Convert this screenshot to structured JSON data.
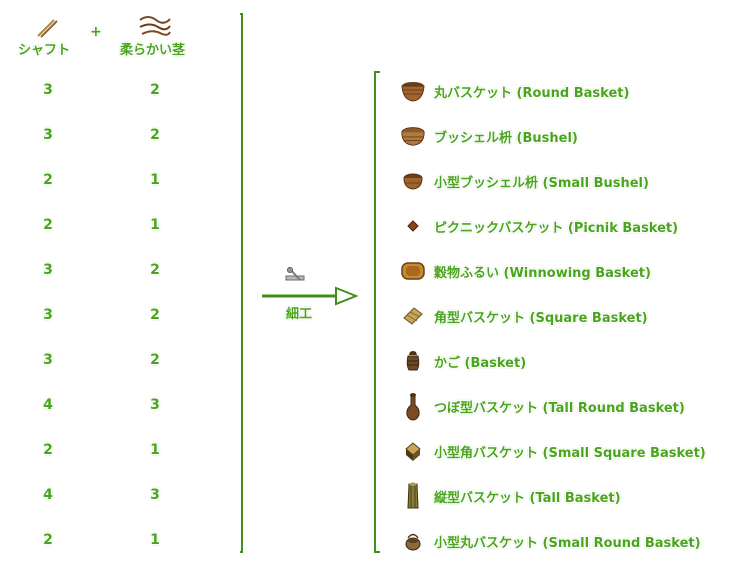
{
  "header": {
    "shaft_label": "シャフト",
    "plus": "+",
    "stem_label": "柔らかい茎"
  },
  "rows": [
    {
      "shaft": "3",
      "stem": "2"
    },
    {
      "shaft": "3",
      "stem": "2"
    },
    {
      "shaft": "2",
      "stem": "1"
    },
    {
      "shaft": "2",
      "stem": "1"
    },
    {
      "shaft": "3",
      "stem": "2"
    },
    {
      "shaft": "3",
      "stem": "2"
    },
    {
      "shaft": "3",
      "stem": "2"
    },
    {
      "shaft": "4",
      "stem": "3"
    },
    {
      "shaft": "2",
      "stem": "1"
    },
    {
      "shaft": "4",
      "stem": "3"
    },
    {
      "shaft": "2",
      "stem": "1"
    }
  ],
  "craft": {
    "label": "細工",
    "icon": "crafting-tool-icon"
  },
  "products": [
    {
      "label": "丸バスケット (Round Basket)",
      "icon": "round-basket-icon"
    },
    {
      "label": "ブッシェル枡 (Bushel)",
      "icon": "bushel-icon"
    },
    {
      "label": "小型ブッシェル枡 (Small Bushel)",
      "icon": "small-bushel-icon"
    },
    {
      "label": "ピクニックバスケット (Picnik Basket)",
      "icon": "picnic-basket-icon"
    },
    {
      "label": "穀物ふるい (Winnowing Basket)",
      "icon": "winnowing-basket-icon"
    },
    {
      "label": "角型バスケット (Square Basket)",
      "icon": "square-basket-icon"
    },
    {
      "label": "かご (Basket)",
      "icon": "basket-icon"
    },
    {
      "label": "つぼ型バスケット (Tall Round Basket)",
      "icon": "tall-round-basket-icon"
    },
    {
      "label": "小型角バスケット (Small Square Basket)",
      "icon": "small-square-basket-icon"
    },
    {
      "label": "縦型バスケット (Tall Basket)",
      "icon": "tall-basket-icon"
    },
    {
      "label": "小型丸バスケット (Small Round Basket)",
      "icon": "small-round-basket-icon"
    }
  ],
  "colors": {
    "text_green": "#49a51c",
    "line_green": "#3f8f18",
    "basket_brown": "#8b5a2b"
  }
}
